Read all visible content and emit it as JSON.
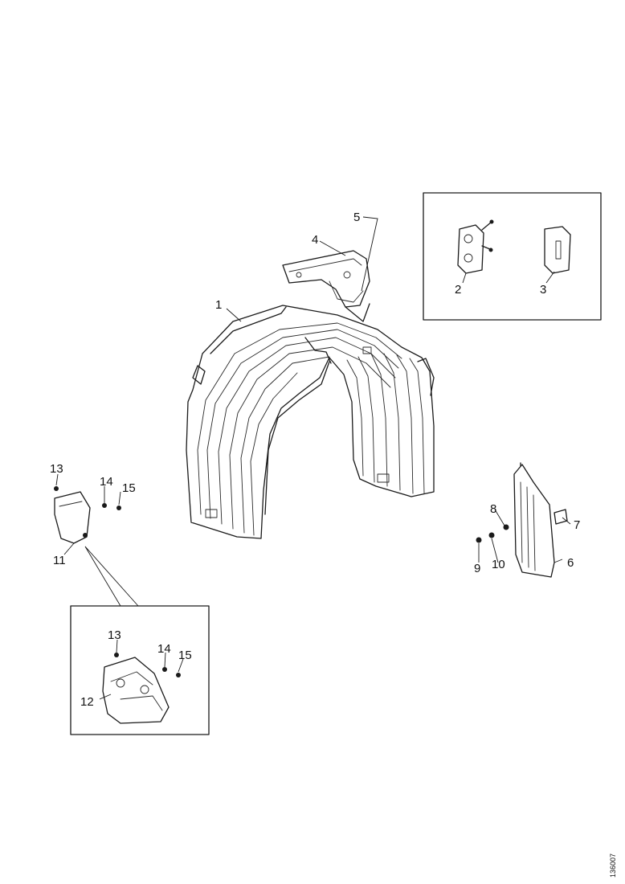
{
  "callouts": {
    "c1": "1",
    "c2": "2",
    "c3": "3",
    "c4": "4",
    "c5": "5",
    "c6": "6",
    "c7": "7",
    "c8": "8",
    "c9": "9",
    "c10": "10",
    "c11": "11",
    "c12": "12",
    "c13a": "13",
    "c14a": "14",
    "c15a": "15",
    "c13b": "13",
    "c14b": "14",
    "c15b": "15"
  },
  "reference_code": "136007"
}
